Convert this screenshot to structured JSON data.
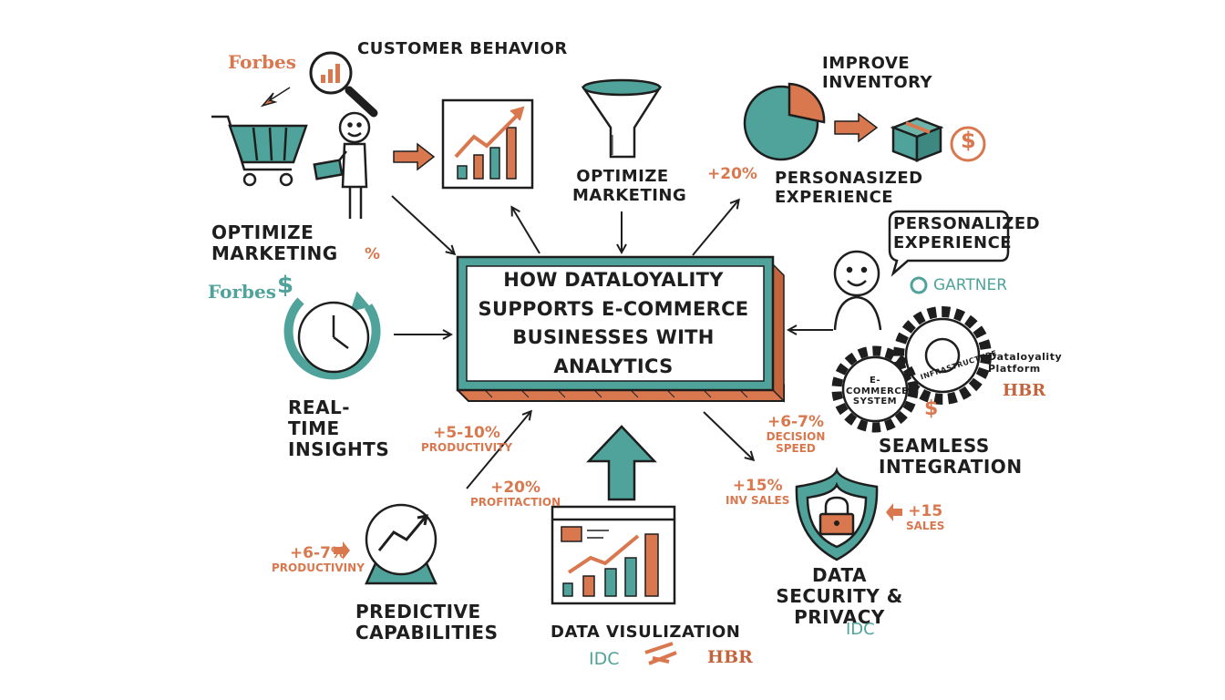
{
  "colors": {
    "teal": "#4fa39a",
    "orange": "#d9784f",
    "ink": "#1e1e1e",
    "paper": "#ffffff"
  },
  "title": "How DataLoyality Supports E-Commerce Businesses with Analytics",
  "nodes": {
    "customer_behavior": "Customer Behavior",
    "optimize_marketing_left": "Optimize Marketing",
    "optimize_marketing_top": "Optimize Marketing",
    "improve_inventory": "Improve Inventory",
    "personalized_experience_top": "Personasized Experience",
    "personalized_experience_bubble": "Personalized Experience",
    "real_time_insights": "Real-Time Insights",
    "seamless_integration": "Seamless Integration",
    "predictive_capabilities": "Predictive Capabilities",
    "data_visualization": "Data Visulization",
    "data_security": "Data Security & Privacy"
  },
  "gears": {
    "small": "E-Commerce System",
    "large": "Infrastructure",
    "platform": "Dataloyality Platform"
  },
  "stats": {
    "inventory": {
      "value": "+20%"
    },
    "productivity_a": {
      "value": "+5-10%",
      "desc": "Productivity"
    },
    "profitability": {
      "value": "+20%",
      "desc": "Profitaction"
    },
    "decision_speed": {
      "value": "+6-7%",
      "desc": "Decision Speed"
    },
    "inv_sales": {
      "value": "+15%",
      "desc": "INV Sales"
    },
    "sales": {
      "value": "+15",
      "desc": "Sales"
    },
    "productivity_b": {
      "value": "+6-7%",
      "desc": "Productiviny"
    },
    "percent_mark": {
      "value": "%"
    }
  },
  "sources": {
    "forbes_top": "Forbes",
    "forbes_mid": "Forbes",
    "gartner": "GARTNER",
    "hbr_right": "HBR",
    "idc_security": "IDC",
    "idc_bottom": "IDC",
    "hbr_bottom": "HBR"
  },
  "icons": {
    "currency_symbol": "$"
  }
}
